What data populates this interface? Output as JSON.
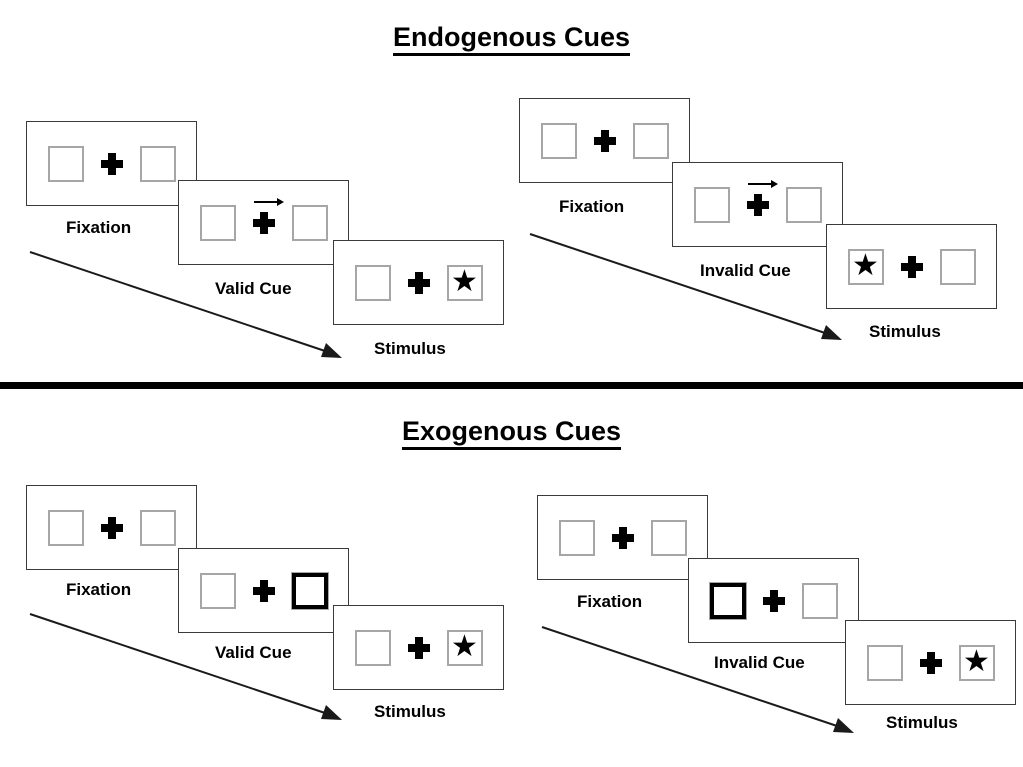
{
  "figure": {
    "title_top": "Endogenous Cues",
    "title_bottom": "Exogenous Cues"
  },
  "icons": {
    "fixation_cross": "plus-cross-icon",
    "arrow_cue": "right-arrow-cue-icon",
    "target": "star-icon",
    "time_arrow": "timeline-arrow-icon",
    "star_glyph": "★"
  },
  "colors": {
    "box_outline": "#a6a6a6",
    "panel_outline": "#3a3a3a",
    "cue_highlight": "#000000",
    "target": "#000000",
    "divider": "#000000",
    "background": "#ffffff"
  },
  "sections": [
    {
      "id": "endogenous",
      "title": "Endogenous Cues",
      "conditions": [
        {
          "id": "endogenous-valid",
          "frames": [
            {
              "caption": "Fixation",
              "left_box": "empty",
              "right_box": "empty",
              "center": "cross"
            },
            {
              "caption": "Valid Cue",
              "left_box": "empty",
              "right_box": "empty",
              "center": "cross-with-right-arrow"
            },
            {
              "caption": "Stimulus",
              "left_box": "empty",
              "right_box": "star",
              "center": "cross"
            }
          ]
        },
        {
          "id": "endogenous-invalid",
          "frames": [
            {
              "caption": "Fixation",
              "left_box": "empty",
              "right_box": "empty",
              "center": "cross"
            },
            {
              "caption": "Invalid Cue",
              "left_box": "empty",
              "right_box": "empty",
              "center": "cross-with-right-arrow"
            },
            {
              "caption": "Stimulus",
              "left_box": "star",
              "right_box": "empty",
              "center": "cross"
            }
          ]
        }
      ]
    },
    {
      "id": "exogenous",
      "title": "Exogenous Cues",
      "conditions": [
        {
          "id": "exogenous-valid",
          "frames": [
            {
              "caption": "Fixation",
              "left_box": "empty",
              "right_box": "empty",
              "center": "cross"
            },
            {
              "caption": "Valid Cue",
              "left_box": "empty",
              "right_box": "highlight",
              "center": "cross"
            },
            {
              "caption": "Stimulus",
              "left_box": "empty",
              "right_box": "star",
              "center": "cross"
            }
          ]
        },
        {
          "id": "exogenous-invalid",
          "frames": [
            {
              "caption": "Fixation",
              "left_box": "empty",
              "right_box": "empty",
              "center": "cross"
            },
            {
              "caption": "Invalid Cue",
              "left_box": "highlight",
              "right_box": "empty",
              "center": "cross"
            },
            {
              "caption": "Stimulus",
              "left_box": "empty",
              "right_box": "star",
              "center": "cross"
            }
          ]
        }
      ]
    }
  ],
  "captions": {
    "fixation": "Fixation",
    "valid_cue": "Valid Cue",
    "invalid_cue": "Invalid Cue",
    "stimulus": "Stimulus"
  }
}
